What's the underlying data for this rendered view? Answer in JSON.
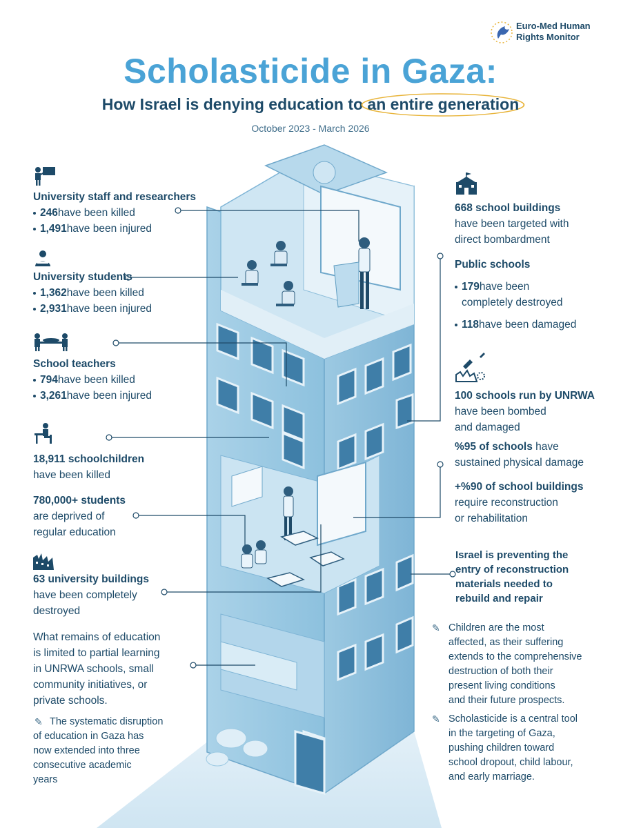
{
  "logo": {
    "line1": "Euro-Med Human",
    "line2": "Rights Monitor"
  },
  "title": "Scholasticide in Gaza:",
  "subtitle": {
    "part1": "How Israel is denying education to ",
    "highlight": "an entire generation"
  },
  "date_range": "October 2023 - March 2026",
  "left": {
    "staff": {
      "heading": "University staff and researchers",
      "killed_num": "246",
      "killed_txt": " have been killed",
      "injured_num": "1,491",
      "injured_txt": " have been injured"
    },
    "students": {
      "heading": "University students",
      "killed_num": "1,362",
      "killed_txt": " have been killed",
      "injured_num": "2,931",
      "injured_txt": " have been injured"
    },
    "teachers": {
      "heading": "School teachers",
      "killed_num": "794",
      "killed_txt": " have been killed",
      "injured_num": "3,261",
      "injured_txt": " have been injured"
    },
    "schoolchildren": {
      "bold": "18,911 schoolchildren",
      "rest": "have been killed"
    },
    "deprived": {
      "bold": "780,000+ students",
      "line2": "are deprived of",
      "line3": "regular education"
    },
    "univ_buildings": {
      "bold": "63 university buildings",
      "line2": "have been completely",
      "line3": "destroyed"
    },
    "remains": {
      "l1": "What remains of education",
      "l2": "is limited to partial learning",
      "l3": "in UNRWA schools, small",
      "l4": "community initiatives, or",
      "l5": "private schools."
    },
    "disruption": {
      "l1": "The systematic disruption",
      "l2": "of education in Gaza has",
      "l3": "now extended into three",
      "l4": "consecutive academic",
      "l5": "years"
    }
  },
  "right": {
    "school_buildings": {
      "bold": "668 school buildings",
      "l2": "have been targeted with",
      "l3": "direct bombardment"
    },
    "public": {
      "heading": "Public schools",
      "d_num": "179",
      "d_txt": " have been",
      "d_txt2": "completely destroyed",
      "dm_num": "118",
      "dm_txt": " have been damaged"
    },
    "unrwa": {
      "bold": "100 schools run by UNRWA",
      "l2": "have been bombed",
      "l3": "and damaged"
    },
    "pct95": {
      "bold": "%95 of schools",
      "rest": " have",
      "l2": "sustained physical damage"
    },
    "pct90": {
      "bold": "+%90 of school buildings",
      "l2": "require reconstruction",
      "l3": "or rehabilitation"
    },
    "preventing": {
      "l1": "Israel is preventing the",
      "l2": "entry of reconstruction",
      "l3": "materials needed to",
      "l4": "rebuild and repair"
    },
    "children": {
      "l1": "Children are the most",
      "l2": "affected, as their suffering",
      "l3": "extends to the comprehensive",
      "l4": "destruction of both their",
      "l5": "present living conditions",
      "l6": "and their future prospects."
    },
    "central": {
      "l1": "Scholasticide is a central tool",
      "l2": "in the targeting of Gaza,",
      "l3": "pushing children toward",
      "l4": "school dropout, child labour,",
      "l5": "and early marriage."
    }
  },
  "colors": {
    "title": "#4aa3d6",
    "text": "#1d4a68",
    "building_light": "#d7ebf5",
    "building_mid": "#9fcbe3",
    "building_dark": "#5f9dc1",
    "accent_underline": "#e8b43a"
  },
  "icons": [
    "dove-hand-logo",
    "lecturer-board-icon",
    "student-reading-icon",
    "stretcher-icon",
    "student-desk-icon",
    "ruined-buildings-icon",
    "school-building-icon",
    "missile-icon",
    "pen-note-icon"
  ]
}
